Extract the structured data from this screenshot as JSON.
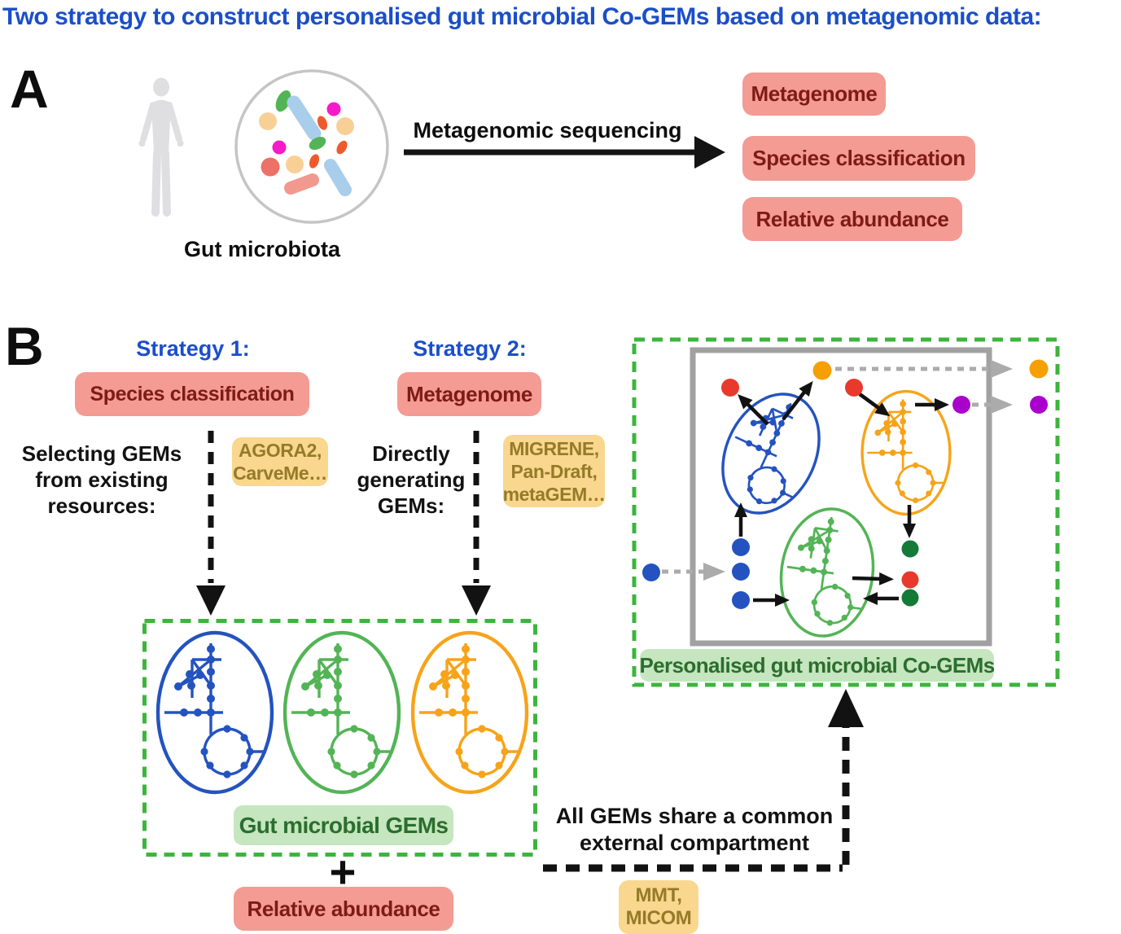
{
  "title": "Two strategy to construct personalised gut microbial Co-GEMs based on metagenomic data:",
  "colors": {
    "title_blue": "#1B4FC9",
    "pink_box_fill": "#F49B94",
    "pink_box_text": "#7E1B15",
    "yellow_box_fill": "#F9D78F",
    "yellow_box_text": "#957B28",
    "light_green_fill": "#C5E6BE",
    "dark_green_text": "#2B6E2F",
    "green_dashed_border": "#3CB53C",
    "gray_compartment": "#A1A1A1",
    "gem_blue": "#2453C0",
    "gem_green": "#53B456",
    "gem_orange": "#F7A319",
    "metabolite_red": "#E8392C",
    "metabolite_orange": "#F5A000",
    "metabolite_purple": "#AA00CC",
    "metabolite_dark_green": "#147A38",
    "metabolite_blue": "#2453C0",
    "gray_dashed_arrow": "#ABABAB"
  },
  "panel_a": {
    "label": "A",
    "gut_microbiota_caption": "Gut microbiota",
    "arrow_label": "Metagenomic sequencing",
    "outputs": [
      "Metagenome",
      "Species classification",
      "Relative abundance"
    ]
  },
  "panel_b": {
    "label": "B",
    "strategy1": {
      "title": "Strategy 1:",
      "input": "Species classification",
      "description_lines": [
        "Selecting GEMs",
        "from existing",
        "resources:"
      ],
      "tools_lines": [
        "AGORA2,",
        "CarveMe…"
      ]
    },
    "strategy2": {
      "title": "Strategy 2:",
      "input": "Metagenome",
      "description_lines": [
        "Directly",
        "generating",
        "GEMs:"
      ],
      "tools_lines": [
        "MIGRENE,",
        "Pan-Draft,",
        "metaGEM…"
      ]
    },
    "gems_box_label": "Gut microbial GEMs",
    "plus_sign": "+",
    "abundance_label": "Relative abundance",
    "share_lines": [
      "All GEMs share a common",
      "external compartment"
    ],
    "merge_tools_lines": [
      "MMT,",
      "MICOM"
    ],
    "cogems_label": "Personalised gut microbial Co-GEMs"
  }
}
